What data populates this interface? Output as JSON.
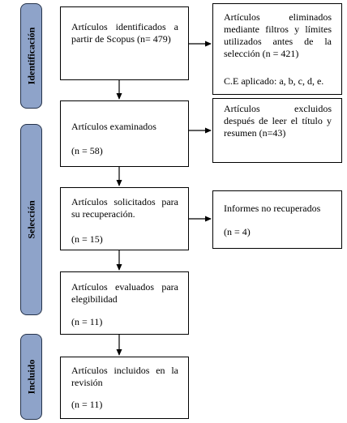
{
  "phases": {
    "identificacion": "Identificación",
    "seleccion": "Selección",
    "incluido": "Incluido"
  },
  "boxes": {
    "identificados": {
      "text": "Artículos identificados a partir de Scopus (n= 479)"
    },
    "eliminados": {
      "text": "Artículos eliminados mediante filtros y límites utilizados antes de la selección (n = 421)",
      "criteria": "C.E aplicado: a, b, c, d, e."
    },
    "examinados": {
      "text": "Artículos examinados",
      "count": "(n = 58)"
    },
    "excluidos": {
      "text": "Artículos excluidos después de leer el título y resumen (n=43)"
    },
    "solicitados": {
      "text": "Artículos solicitados para su recuperación.",
      "count": "(n = 15)"
    },
    "no_recuperados": {
      "text": "Informes no recuperados",
      "count": "(n = 4)"
    },
    "evaluados": {
      "text": "Artículos evaluados para elegibilidad",
      "count": "(n = 11)"
    },
    "incluidos": {
      "text": "Artículos incluidos en la revisión",
      "count": "(n = 11)"
    }
  }
}
